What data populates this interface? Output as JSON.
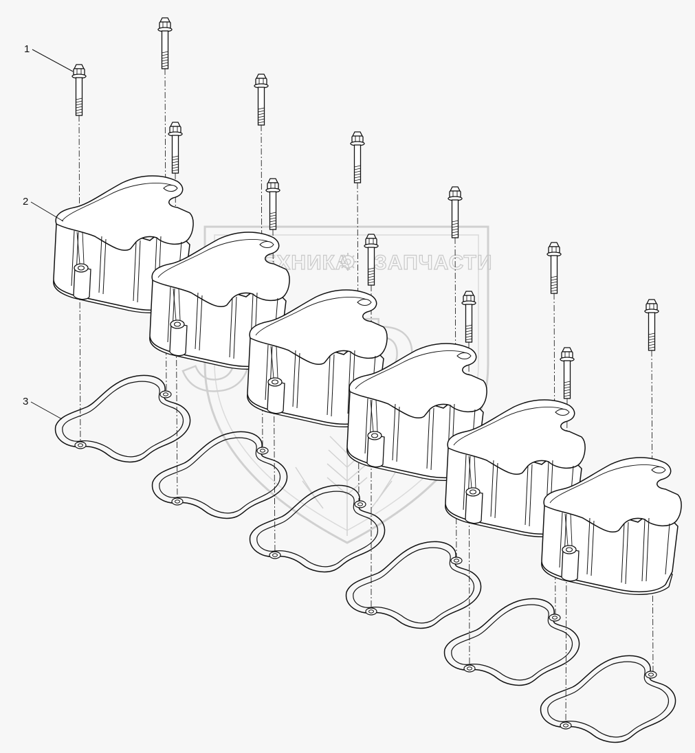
{
  "watermark": {
    "brand_left": "ТЕХНИКА",
    "brand_right": "ЗАПЧАСТИ",
    "monogram": "ЭПФ",
    "gear_icon": "gear-icon"
  },
  "callouts": [
    {
      "num": "1",
      "part": "bolt"
    },
    {
      "num": "2",
      "part": "valve-cover"
    },
    {
      "num": "3",
      "part": "gasket"
    }
  ],
  "assembly": {
    "units": 6,
    "bolts_per_unit": 2
  },
  "colors": {
    "line": "#111111",
    "watermark": "#cccccc",
    "background": "#f7f7f7"
  }
}
